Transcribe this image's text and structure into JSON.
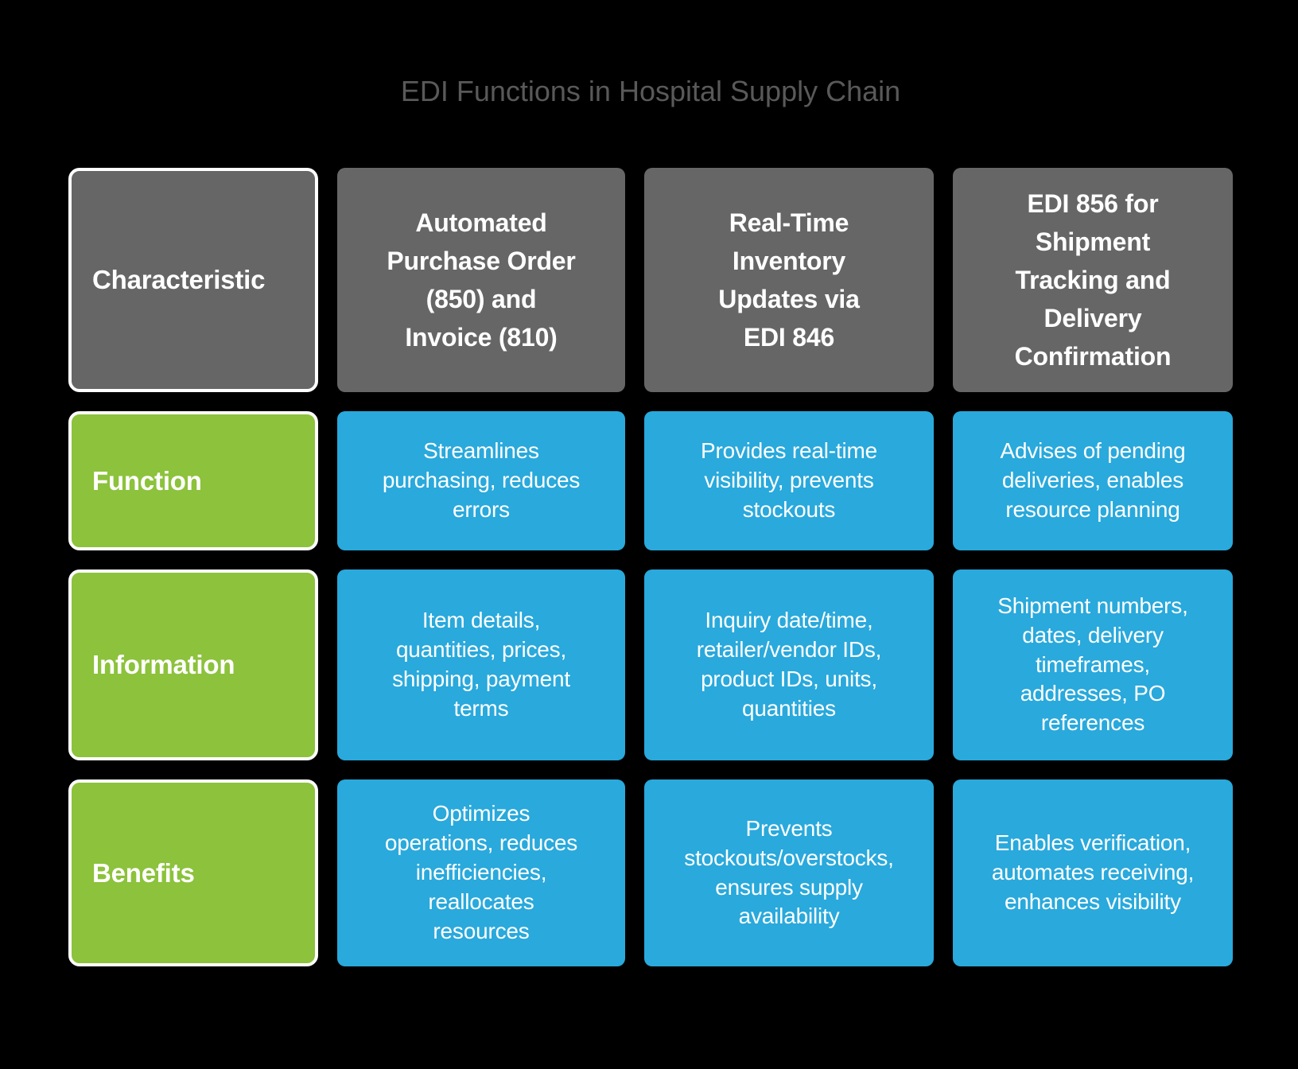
{
  "title": {
    "text": "EDI Functions in Hospital Supply Chain"
  },
  "colors": {
    "background": "#000000",
    "header_gray": "#666666",
    "label_green": "#8cc23c",
    "cell_blue": "#29a9dc",
    "title_gray": "#595959",
    "label_border": "#ffffff",
    "text": "#ffffff"
  },
  "table": {
    "columns": [
      {
        "label": "Characteristic"
      },
      {
        "label": "Automated\nPurchase Order\n(850) and\nInvoice (810)"
      },
      {
        "label": "Real-Time\nInventory\nUpdates via\nEDI 846"
      },
      {
        "label": "EDI 856 for\nShipment\nTracking and\nDelivery\nConfirmation"
      }
    ],
    "rows": [
      {
        "label": "Function",
        "cells": [
          "Streamlines\npurchasing, reduces\nerrors",
          "Provides real-time\nvisibility, prevents\nstockouts",
          "Advises of pending\ndeliveries, enables\nresource planning"
        ]
      },
      {
        "label": "Information",
        "cells": [
          "Item details,\nquantities, prices,\nshipping, payment\nterms",
          "Inquiry date/time,\nretailer/vendor IDs,\nproduct IDs, units,\nquantities",
          "Shipment numbers,\ndates, delivery\ntimeframes,\naddresses, PO\nreferences"
        ]
      },
      {
        "label": "Benefits",
        "cells": [
          "Optimizes\noperations, reduces\ninefficiencies,\nreallocates\nresources",
          "Prevents\nstockouts/overstocks,\nensures supply\navailability",
          "Enables verification,\nautomates receiving,\nenhances visibility"
        ]
      }
    ]
  }
}
